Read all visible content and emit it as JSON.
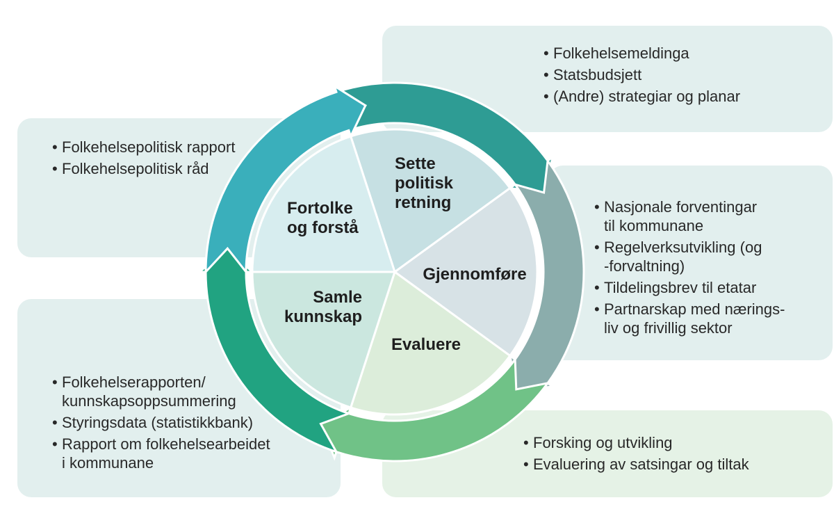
{
  "bullet_char": "•",
  "colors": {
    "background": "#ffffff",
    "box_teal_bg": "#e2efee",
    "box_green_bg": "#e5f2e6",
    "text": "#282828",
    "label_text": "#1e1e1e",
    "separator": "#ffffff"
  },
  "boxes": {
    "top_right": {
      "items": [
        "Folkehelsemeldinga",
        "Statsbudsjett",
        "(Andre) strategiar og planar"
      ]
    },
    "right": {
      "items": [
        "Nasjonale forventingar\ntil kommunane",
        "Regelverksutvikling (og\n-forvaltning)",
        "Tildelingsbrev til etatar",
        "Partnarskap med nærings-\nliv og frivillig sektor"
      ]
    },
    "bottom_right": {
      "items": [
        "Forsking og utvikling",
        "Evaluering av satsingar og tiltak"
      ]
    },
    "top_left": {
      "items": [
        "Folkehelsepolitisk rapport",
        "Folkehelsepolitisk råd"
      ]
    },
    "bottom_left": {
      "items": [
        "Folkehelserapporten/\nkunnskapsoppsummering",
        "Styringsdata (statistikkbank)",
        "Rapport om folkehelsearbeidet\ni kommunane"
      ]
    }
  },
  "wheel": {
    "slices": [
      {
        "id": "sette",
        "label": "Sette\npolitisk\nretning",
        "slice_color": "#c6e0e3",
        "arrow_color": "#2e9c94"
      },
      {
        "id": "gjennomfore",
        "label": "Gjennomføre",
        "slice_color": "#d7e2e6",
        "arrow_color": "#8badac"
      },
      {
        "id": "evaluere",
        "label": "Evaluere",
        "slice_color": "#dcedda",
        "arrow_color": "#70c287"
      },
      {
        "id": "samle",
        "label": "Samle\nkunnskap",
        "slice_color": "#cbe7df",
        "arrow_color": "#21a381"
      },
      {
        "id": "fortolke",
        "label": "Fortolke\nog forstå",
        "slice_color": "#d7edef",
        "arrow_color": "#3aafbb"
      }
    ]
  }
}
